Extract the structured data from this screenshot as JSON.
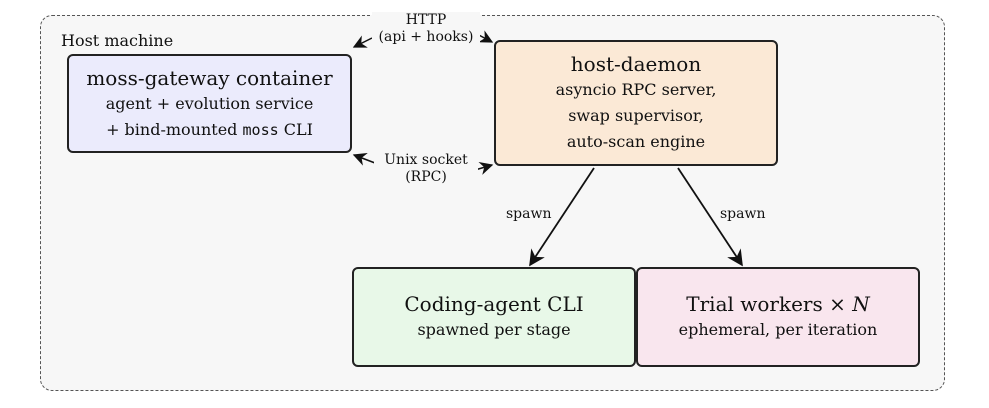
{
  "host": {
    "label": "Host machine"
  },
  "gateway": {
    "title": "moss-gateway container",
    "line1": "agent + evolution service",
    "line2_prefix": "+ bind-mounted ",
    "line2_code": "moss",
    "line2_suffix": " CLI"
  },
  "daemon": {
    "title": "host-daemon",
    "lines": [
      "asyncio RPC server,",
      "swap supervisor,",
      "auto-scan engine"
    ]
  },
  "coding": {
    "title": "Coding-agent CLI",
    "subtitle": "spawned per stage"
  },
  "trial": {
    "title_prefix": "Trial workers × ",
    "title_var": "N",
    "subtitle": "ephemeral, per iteration"
  },
  "edges": {
    "http": {
      "line1": "HTTP",
      "line2": "(api + hooks)"
    },
    "unix": {
      "line1": "Unix socket",
      "line2": "(RPC)"
    },
    "spawn_left": "spawn",
    "spawn_right": "spawn"
  },
  "colors": {
    "gateway_fill": "#ebebfc",
    "daemon_fill": "#fbe9d6",
    "coding_fill": "#e8f8e8",
    "trial_fill": "#f9e6ee",
    "host_fill": "#f7f7f7"
  }
}
